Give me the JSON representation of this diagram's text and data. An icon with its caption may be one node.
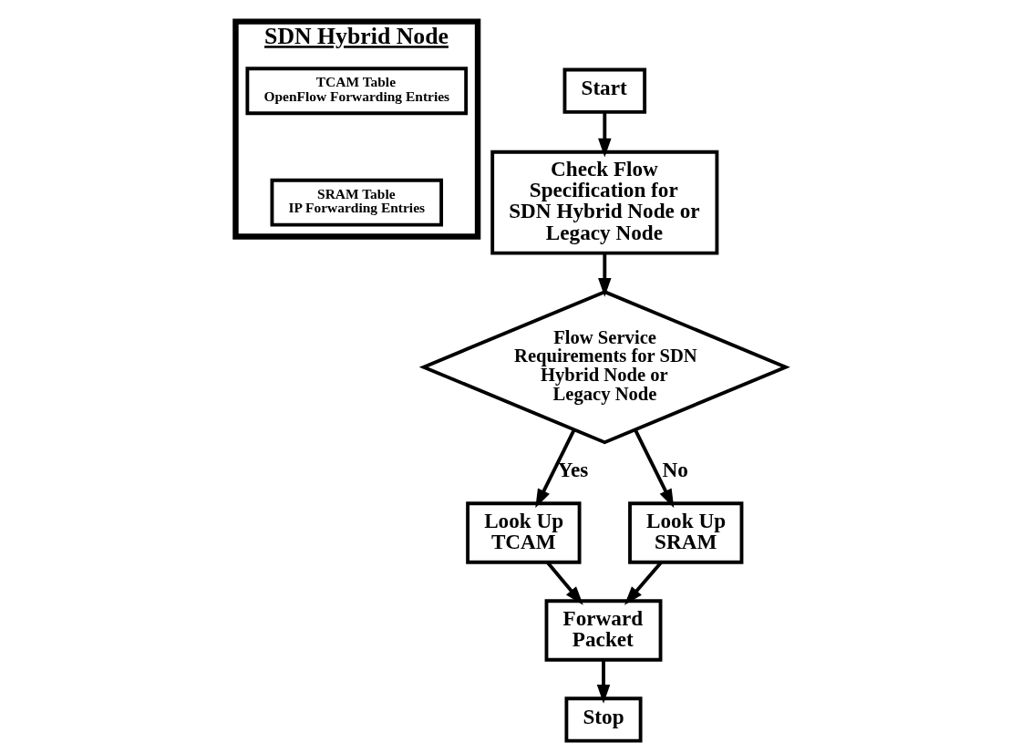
{
  "diagram": {
    "nodes": [
      {
        "text": [
          "SDN Hybrid Node"
        ]
      },
      {
        "text": [
          "TCAM Table",
          "OpenFlow Forwarding Entries"
        ],
        "in": 0
      },
      {
        "text": [
          "SRAM Table",
          "IP Forwarding Entries"
        ],
        "in": 0
      },
      {
        "text": [
          "Start"
        ]
      },
      {
        "text": [
          "Check Flow Specification for SDN Hybrid Node or Legacy Node"
        ]
      },
      {
        "text": [
          "Flow Service Requirements for SDN Hybrid Node or Legacy Node"
        ]
      },
      {
        "text": [
          "Look Up TCAM"
        ]
      },
      {
        "text": [
          "Look Up SRAM"
        ]
      },
      {
        "text": [
          "Forward Packet"
        ]
      },
      {
        "text": [
          "Stop"
        ]
      }
    ],
    "edges": [
      {
        "from": 3,
        "to": 4,
        "arrow": "to"
      },
      {
        "from": 4,
        "to": 5,
        "arrow": "to"
      },
      {
        "from": 5,
        "to": 6,
        "arrow": "to",
        "label": "Yes"
      },
      {
        "from": 5,
        "to": 7,
        "arrow": "to",
        "label": "No"
      },
      {
        "from": 6,
        "to": 8,
        "arrow": "to"
      },
      {
        "from": 7,
        "to": 8,
        "arrow": "to"
      },
      {
        "from": 8,
        "to": 9,
        "arrow": "to"
      }
    ]
  }
}
